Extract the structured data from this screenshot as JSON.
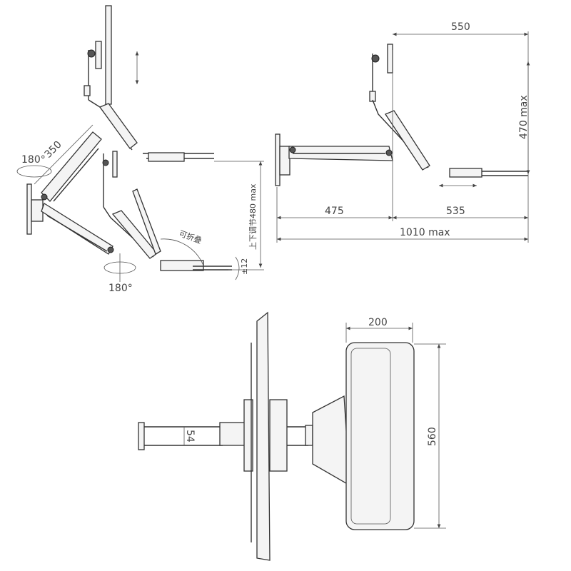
{
  "left_view": {
    "rotation_top": "180°",
    "arm_length": "350",
    "height_adjust": "上下调节480 max",
    "foldable": "可折叠",
    "tilt": "±12",
    "rotation_bottom": "180°"
  },
  "side_view": {
    "top_width": "550",
    "height": "470 max",
    "left_reach": "475",
    "right_reach": "535",
    "total_reach": "1010 max"
  },
  "top_view": {
    "tray_depth": "200",
    "tray_width": "560",
    "arm_width": "54"
  }
}
